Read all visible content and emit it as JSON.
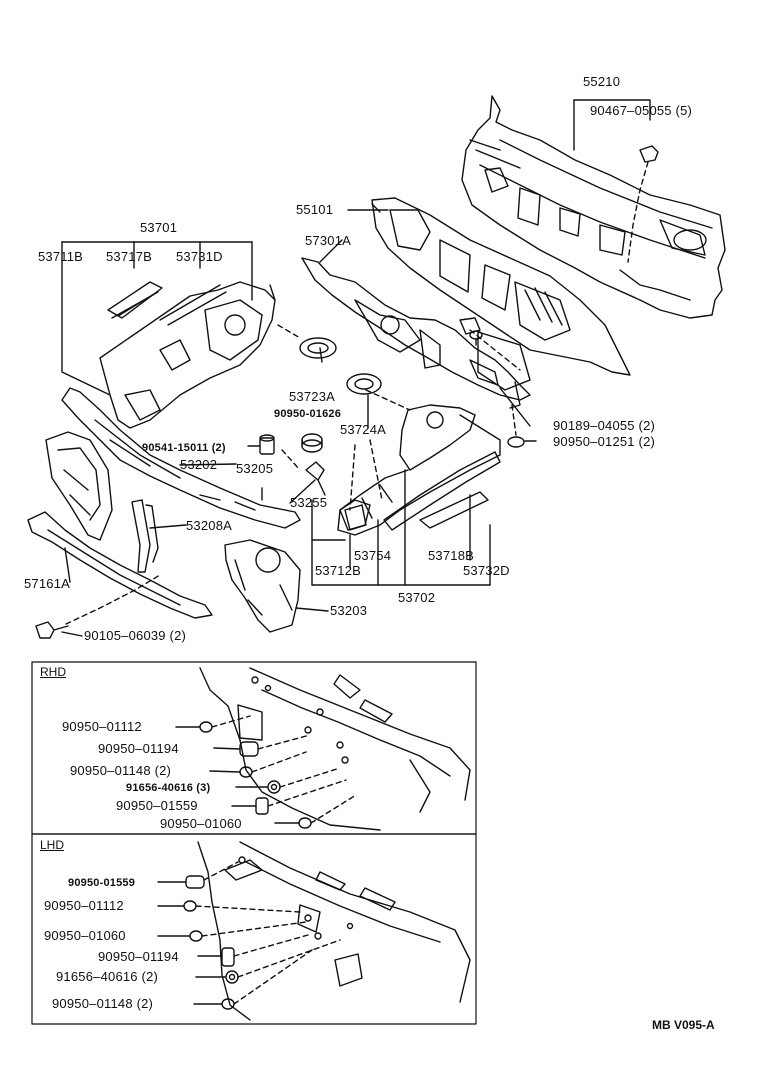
{
  "diagram": {
    "code": "MB V095-A",
    "main": {
      "labels": {
        "p55210": "55210",
        "p90467": "90467–05055 (5)",
        "p55101": "55101",
        "p57301A": "57301A",
        "p53701": "53701",
        "p53711B": "53711B",
        "p53717B": "53717B",
        "p53731D": "53731D",
        "p53723A": "53723A",
        "p90950_01626": "90950-01626",
        "p53724A": "53724A",
        "p90189": "90189–04055 (2)",
        "p90950_01251": "90950–01251 (2)",
        "p90541": "90541-15011 (2)",
        "p53202": "53202",
        "p53205": "53205",
        "p53255": "53255",
        "p53208A": "53208A",
        "p53754": "53754",
        "p53718B": "53718B",
        "p53712B": "53712B",
        "p53732D": "53732D",
        "p53702": "53702",
        "p57161A": "57161A",
        "p53203": "53203",
        "p90105": "90105–06039 (2)"
      }
    },
    "rhd": {
      "title": "RHD",
      "items": [
        "90950–01112",
        "90950–01194",
        "90950–01148 (2)",
        "91656-40616 (3)",
        "90950–01559",
        "90950–01060"
      ]
    },
    "lhd": {
      "title": "LHD",
      "items": [
        "90950-01559",
        "90950–01112",
        "90950–01060",
        "90950–01194",
        "91656–40616 (2)",
        "90950–01148 (2)"
      ]
    }
  }
}
